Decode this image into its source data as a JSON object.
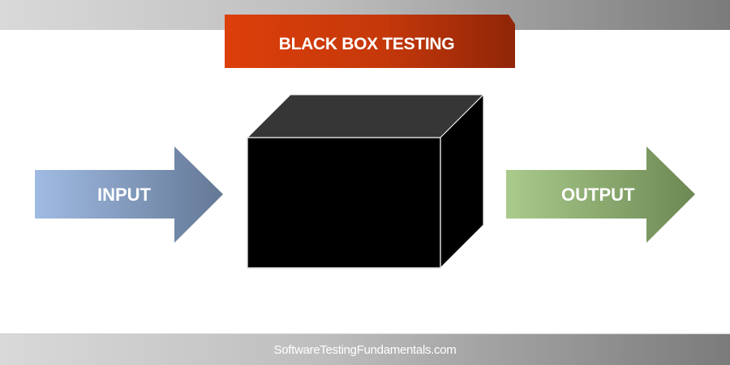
{
  "header": {
    "title": "BLACK BOX TESTING",
    "banner_color_start": "#dc3f0a",
    "banner_color_end": "#902508"
  },
  "diagram": {
    "input": {
      "label": "INPUT",
      "color_start": "#9fb9e0",
      "color_end": "#667a98"
    },
    "box": {
      "label": "",
      "front_color": "#000000",
      "top_color": "#363636",
      "side_color": "#000000"
    },
    "output": {
      "label": "OUTPUT",
      "color_start": "#a9c98a",
      "color_end": "#6e8a55"
    }
  },
  "footer": {
    "text": "SoftwareTestingFundamentals.com"
  }
}
